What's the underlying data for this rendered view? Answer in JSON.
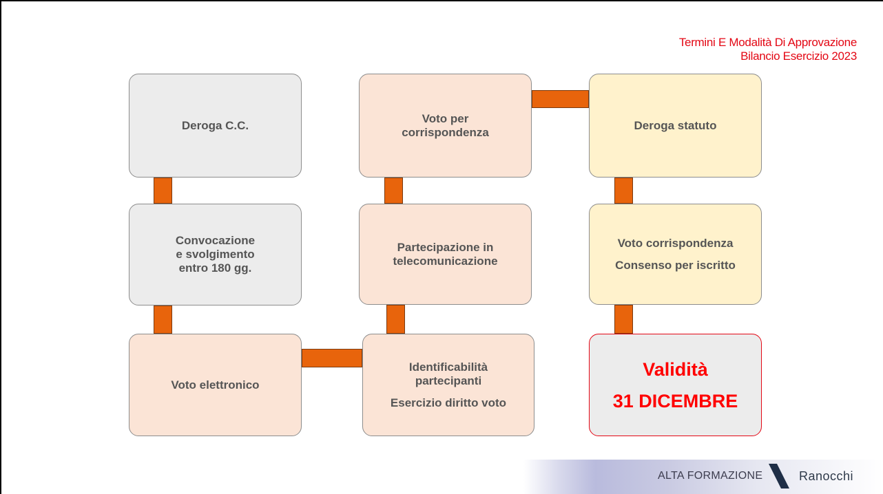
{
  "title": {
    "line1": "Termini E Modalità Di Approvazione",
    "line2": "Bilancio Esercizio 2023"
  },
  "boxes": {
    "deroga_cc": "Deroga C.C.",
    "convocazione": [
      "Convocazione",
      "e svolgimento",
      "entro 180 gg."
    ],
    "voto_elettronico": "Voto elettronico",
    "voto_per_corrispondenza": [
      "Voto per",
      "corrispondenza"
    ],
    "partecipazione": [
      "Partecipazione in",
      "telecomunicazione"
    ],
    "identificabilita": [
      "Identificabilità",
      "partecipanti",
      "Esercizio diritto voto"
    ],
    "deroga_statuto": "Deroga statuto",
    "voto_corrispondenza": [
      "Voto corrispondenza",
      "Consenso per iscritto"
    ],
    "validita": [
      "Validità",
      "31 DICEMBRE"
    ]
  },
  "footer": {
    "alta_formazione": "ALTA FORMAZIONE",
    "brand": "Ranocchi"
  },
  "colors": {
    "title_red": "#e30613",
    "connector_orange": "#e8640c",
    "gray_box": "#ececec",
    "peach_box": "#fbe4d6",
    "yellow_box": "#fff2cc",
    "validita_red": "#ff0000"
  }
}
